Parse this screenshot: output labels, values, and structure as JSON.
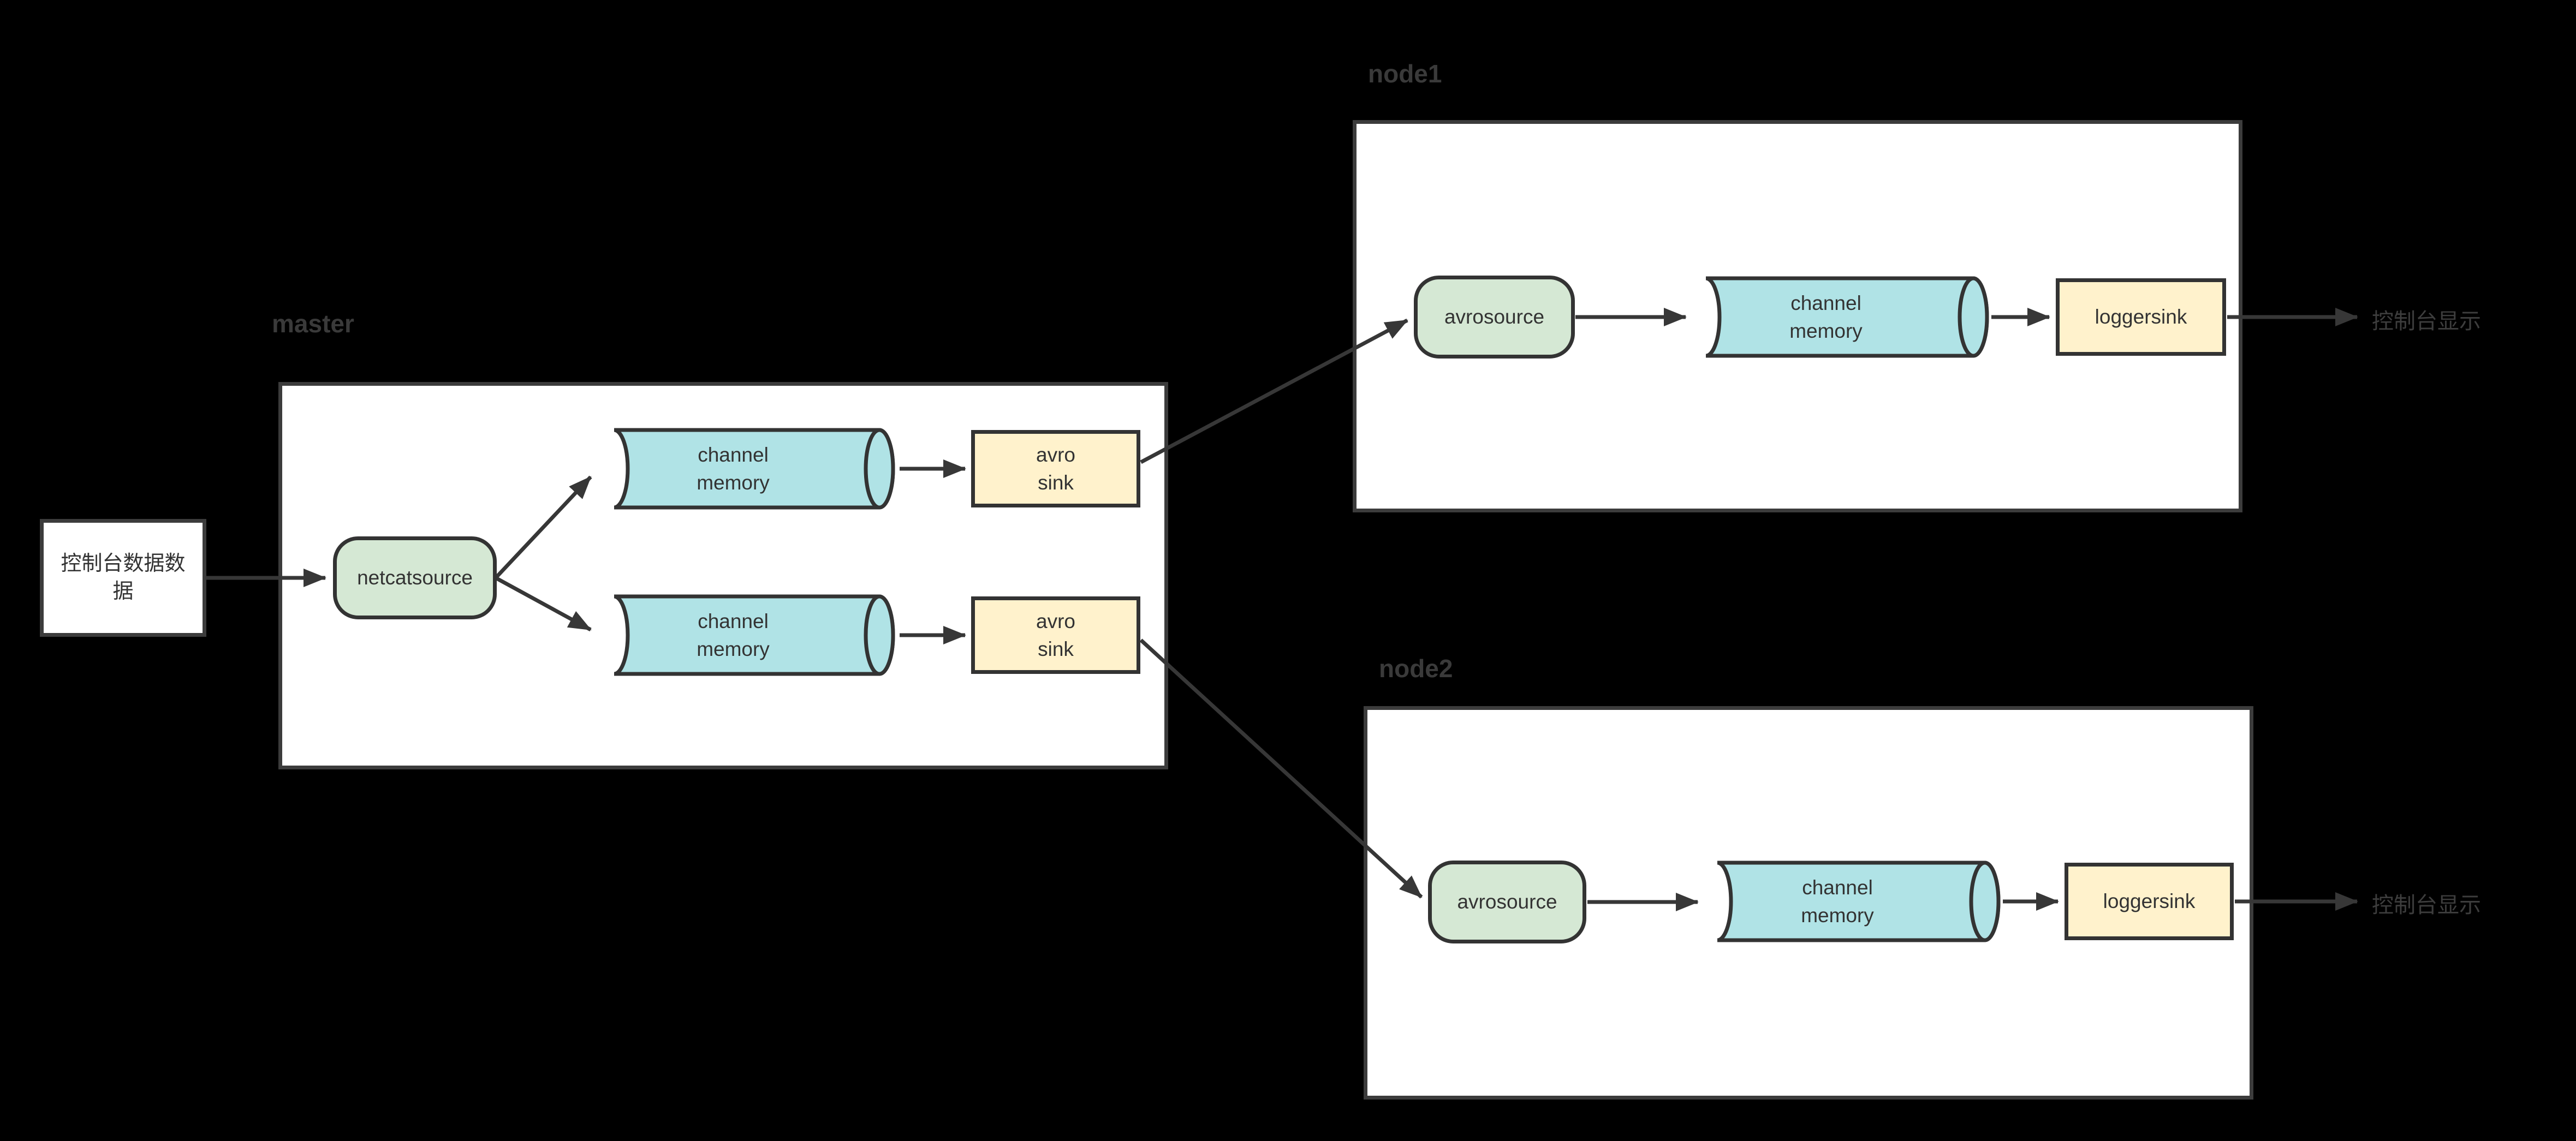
{
  "diagram": {
    "background": "#000000",
    "input_box": {
      "label": "控制台数据数据"
    },
    "master": {
      "title": "master",
      "source_label": "netcatsource",
      "channel_top_label": "channel memory",
      "channel_bottom_label": "channel memory",
      "sink_top_label": "avro sink",
      "sink_bottom_label": "avro sink"
    },
    "node1": {
      "title": "node1",
      "source_label": "avrosource",
      "channel_label": "channel memory",
      "sink_label": "loggersink",
      "output_label": "控制台显示"
    },
    "node2": {
      "title": "node2",
      "source_label": "avrosource",
      "channel_label": "channel memory",
      "sink_label": "loggersink",
      "output_label": "控制台显示"
    },
    "colors": {
      "source_fill": "#d5e8d4",
      "channel_fill": "#b0e3e6",
      "sink_fill": "#fff2cc",
      "node_stroke": "#333333",
      "container_border": "#3c3c3c",
      "container_fill": "#ffffff",
      "arrow": "#373737",
      "group_label_text": "#3a3a3a",
      "external_text": "#3d3d3d",
      "node_text": "#333333"
    }
  }
}
